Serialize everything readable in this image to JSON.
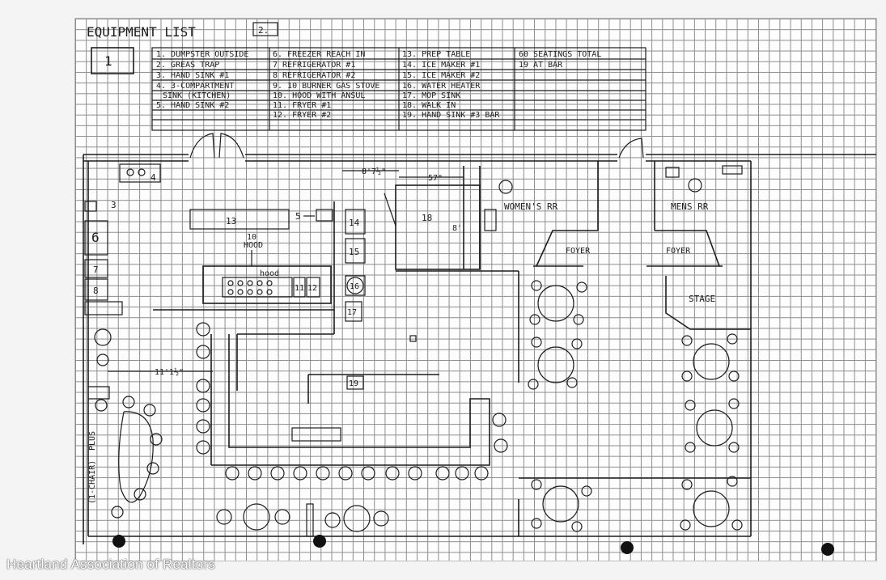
{
  "header": {
    "title": "EQUIPMENT LIST",
    "title_box": "2.",
    "sheet_number": "1"
  },
  "equipment_col1": [
    "1. DUMPSTER OUTSIDE",
    "2. GREAS TRAP",
    "3. HAND SINK #1",
    "4. 3-COMPARTMENT",
    "SINK (KITCHEN)",
    "5. HAND SINK #2"
  ],
  "equipment_col2": [
    "6. FREEZER REACH IN",
    "7 REFRIGERATOR #1",
    "8 REFRIGERATOR #2",
    "9. 10 BURNER GAS STOVE",
    "10. HOOD WITH ANSUL",
    "11. FRYER #1",
    "12. FRYER #2"
  ],
  "equipment_col3": [
    "13. PREP TABLE",
    "14. ICE MAKER #1",
    "15. ICE MAKER #2",
    "16. WATER HEATER",
    "17. MOP SINK",
    "18. WALK IN",
    "19. HAND SINK #3 BAR"
  ],
  "seating": {
    "line1": "60 SEATINGS TOTAL",
    "line2": "19 AT BAR"
  },
  "plan_labels": {
    "womens_rr": "WOMEN'S RR",
    "mens_rr": "MENS RR",
    "foyer_left": "FOYER",
    "foyer_right": "FOYER",
    "stage": "STAGE",
    "hood": "HOOD",
    "hood_num": "10",
    "hood_small": "hood",
    "dim_1": "8'7½\"",
    "dim_2": "57\"",
    "dim_3": "8'",
    "dim_4": "11'1½\"",
    "lbl_1": "1",
    "lbl_3": "3",
    "lbl_4": "4",
    "lbl_5": "5",
    "lbl_6": "6",
    "lbl_7": "7",
    "lbl_8": "8",
    "lbl_11": "11",
    "lbl_12": "12",
    "lbl_13": "13",
    "lbl_14": "14",
    "lbl_15": "15",
    "lbl_16": "16",
    "lbl_17": "17",
    "lbl_18": "18",
    "lbl_19": "19",
    "side_1": "PLUS",
    "side_2": "(1-CHAIR)"
  },
  "watermark": "Heartland Association of Realtors",
  "colors": {
    "ink": "#1d1d1d",
    "grid": "#8c8c8c",
    "paper": "#fdfdfd"
  }
}
